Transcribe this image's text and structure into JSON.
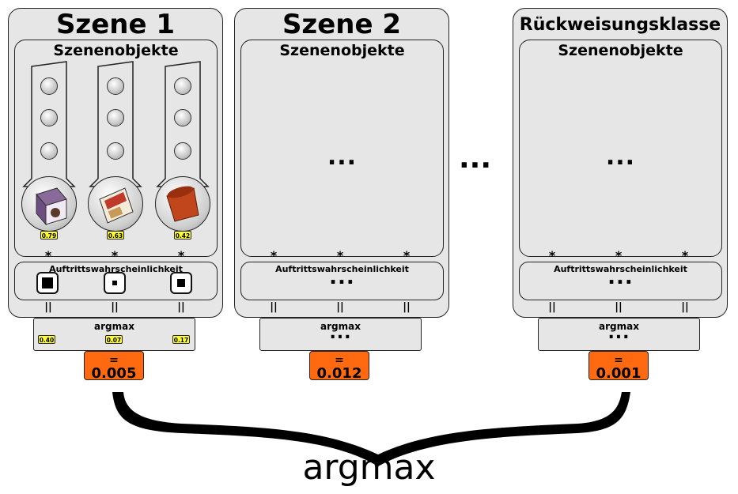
{
  "scene1": {
    "title": "Szene 1",
    "objects_label": "Szenenobjekte",
    "prob_label": "Auftrittswahrscheinlichkeit",
    "columns": [
      {
        "score": "0.79",
        "argmax_value": "0.40",
        "object_icon": "chocolate-box-icon",
        "square_fill": 0.7
      },
      {
        "score": "0.63",
        "argmax_value": "0.07",
        "object_icon": "cereal-box-icon",
        "square_fill": 0.25
      },
      {
        "score": "0.42",
        "argmax_value": "0.17",
        "object_icon": "red-cup-icon",
        "square_fill": 0.5
      }
    ],
    "operator_times": "*",
    "operator_equals": "||",
    "argmax_label": "argmax",
    "result_eq": "=",
    "result_value": "0.005"
  },
  "scene2": {
    "title": "Szene 2",
    "objects_label": "Szenenobjekte",
    "objects_ellipsis": "...",
    "prob_label": "Auftrittswahrscheinlichkeit",
    "prob_ellipsis": "...",
    "operator_times": "*",
    "operator_equals": "||",
    "argmax_label": "argmax",
    "argmax_ellipsis": "...",
    "result_eq": "=",
    "result_value": "0.012"
  },
  "rejection": {
    "title": "Rückweisungsklasse",
    "objects_label": "Szenenobjekte",
    "objects_ellipsis": "...",
    "prob_label": "Auftrittswahrscheinlichkeit",
    "prob_ellipsis": "...",
    "operator_times": "*",
    "operator_equals": "||",
    "argmax_label": "argmax",
    "argmax_ellipsis": "...",
    "result_eq": "=",
    "result_value": "0.001"
  },
  "between_ellipsis": "...",
  "final_label": "argmax",
  "colors": {
    "panel": "#e6e6e6",
    "result": "#ff6a10",
    "badge": "#ffff33"
  }
}
